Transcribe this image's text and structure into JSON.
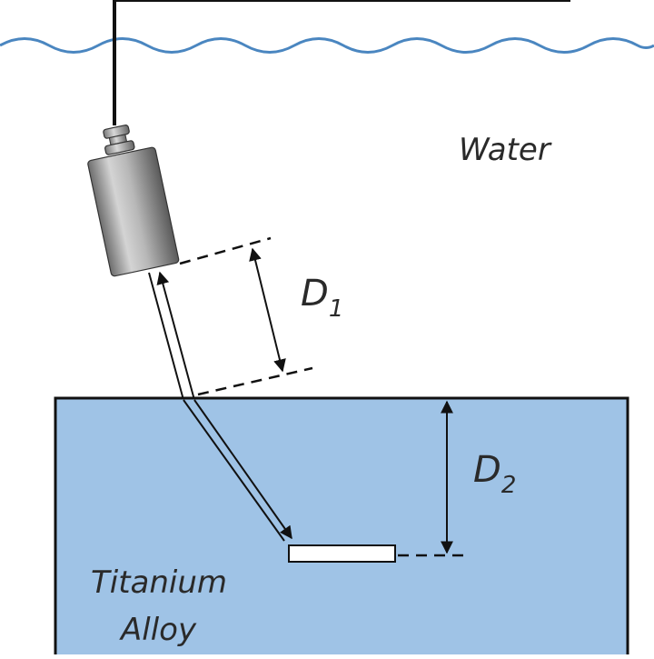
{
  "labels": {
    "water": "Water",
    "material_line1": "Titanium",
    "material_line2": "Alloy",
    "d1_letter": "D",
    "d1_sub": "1",
    "d2_letter": "D",
    "d2_sub": "2"
  },
  "colors": {
    "water_wave": "#4a86c0",
    "block_fill": "#9fc3e6",
    "outline": "#111111"
  }
}
